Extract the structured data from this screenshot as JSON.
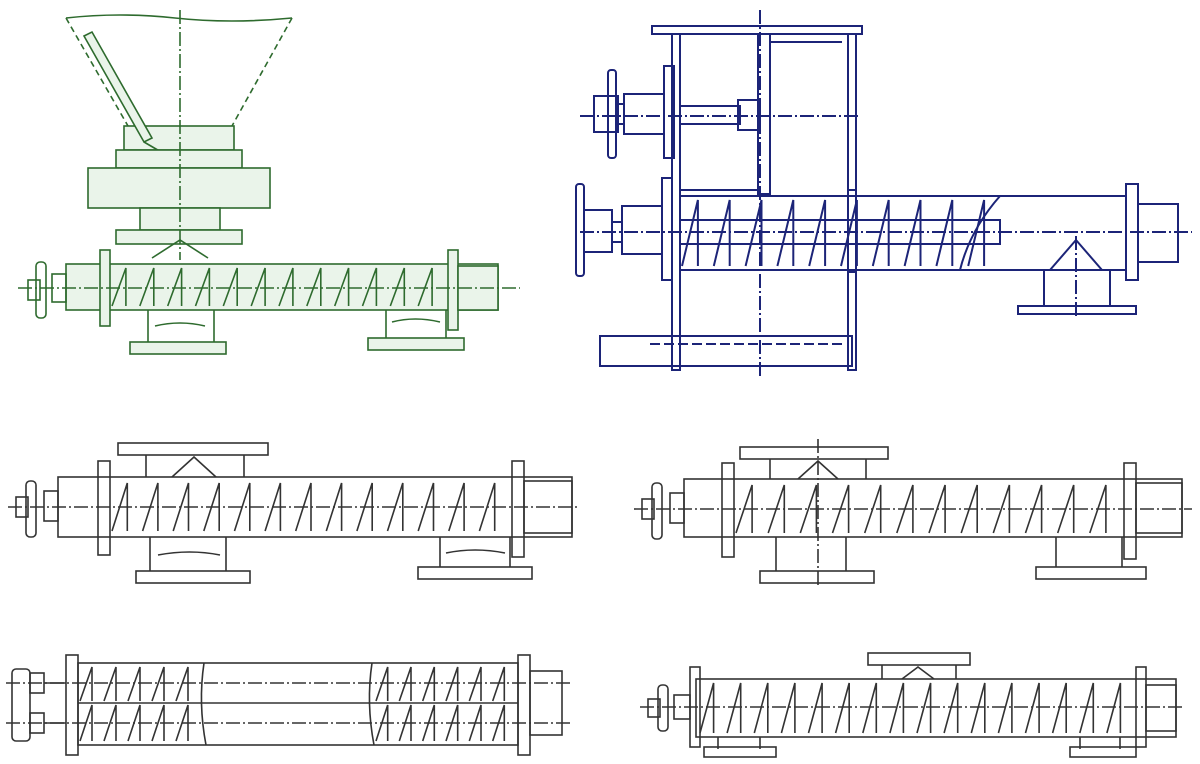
{
  "drawings": [
    {
      "id": "green-hopper-screw-feeder",
      "ink": "#2e6b2e",
      "fill": "#eaf4ea"
    },
    {
      "id": "blue-framed-screw-feeder",
      "ink": "#1c2478",
      "fill": "#ffffff"
    },
    {
      "id": "screw-conveyor-standard",
      "ink": "#333333",
      "fill": "#ffffff"
    },
    {
      "id": "screw-conveyor-variable-pitch",
      "ink": "#333333",
      "fill": "#ffffff"
    },
    {
      "id": "twin-screw-conveyor",
      "ink": "#333333",
      "fill": "#ffffff"
    },
    {
      "id": "screw-conveyor-long",
      "ink": "#333333",
      "fill": "#ffffff"
    }
  ]
}
